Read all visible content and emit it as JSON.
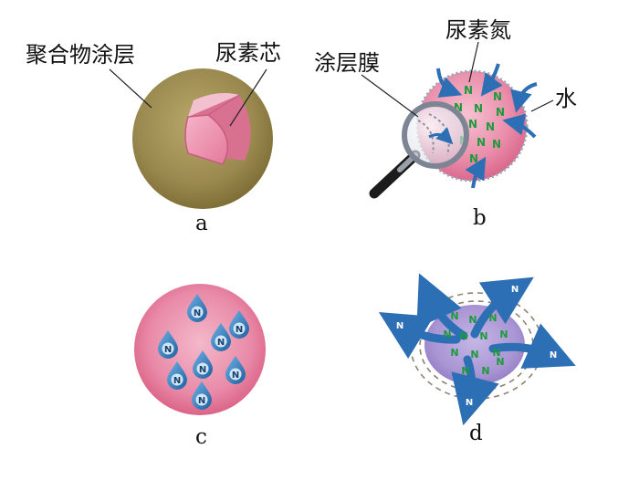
{
  "labels": {
    "polymer_coating": "聚合物涂层",
    "urea_core": "尿素芯",
    "coating_film": "涂层膜",
    "urea_nitrogen": "尿素氮",
    "water": "水"
  },
  "panels": {
    "a": "a",
    "b": "b",
    "c": "c",
    "d": "d"
  },
  "nitrogen_symbol": "N",
  "colors": {
    "coating": "#9b8a4e",
    "core": "#e88aa8",
    "pink_sphere": "#e57a9b",
    "purple_sphere": "#a58fd0",
    "water_arrow": "#2c6fb4",
    "nitrogen_green": "#1d9a3c"
  }
}
